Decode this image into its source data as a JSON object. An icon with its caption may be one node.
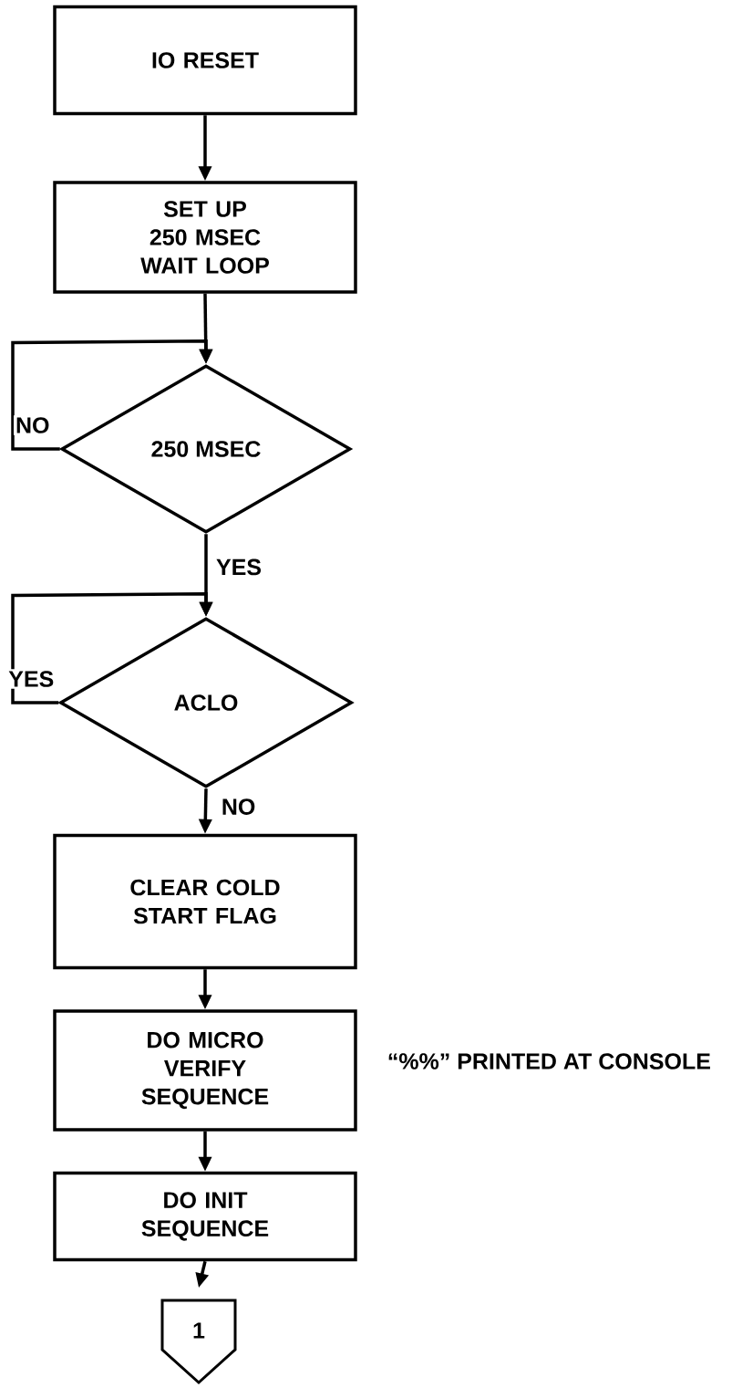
{
  "diagram": {
    "nodes": [
      {
        "text": [
          "IO RESET"
        ]
      },
      {
        "text": [
          "SET UP 250 MSEC WAIT LOOP"
        ]
      },
      {
        "text": [
          "250 MSEC"
        ]
      },
      {
        "text": [
          "ACLO"
        ]
      },
      {
        "text": [
          "CLEAR COLD START FLAG"
        ]
      },
      {
        "text": [
          "DO MICRO VERIFY SEQUENCE"
        ],
        "beside": [
          "“%%” PRINTED AT CONSOLE"
        ]
      },
      {
        "text": [
          "DO INIT SEQUENCE"
        ]
      },
      {
        "text": [
          "1"
        ]
      }
    ],
    "edges": [
      {
        "from": 0,
        "to": 1,
        "arrow": "to"
      },
      {
        "from": 1,
        "to": 2,
        "arrow": "to"
      },
      {
        "from": 2,
        "to": 2,
        "arrow": "to",
        "label": "NO"
      },
      {
        "from": 2,
        "to": 3,
        "arrow": "to",
        "label": "YES"
      },
      {
        "from": 3,
        "to": 3,
        "arrow": "to",
        "label": "YES"
      },
      {
        "from": 3,
        "to": 4,
        "arrow": "to",
        "label": "NO"
      },
      {
        "from": 4,
        "to": 5,
        "arrow": "to"
      },
      {
        "from": 5,
        "to": 6,
        "arrow": "to"
      },
      {
        "from": 6,
        "to": 7,
        "arrow": "to"
      }
    ]
  }
}
